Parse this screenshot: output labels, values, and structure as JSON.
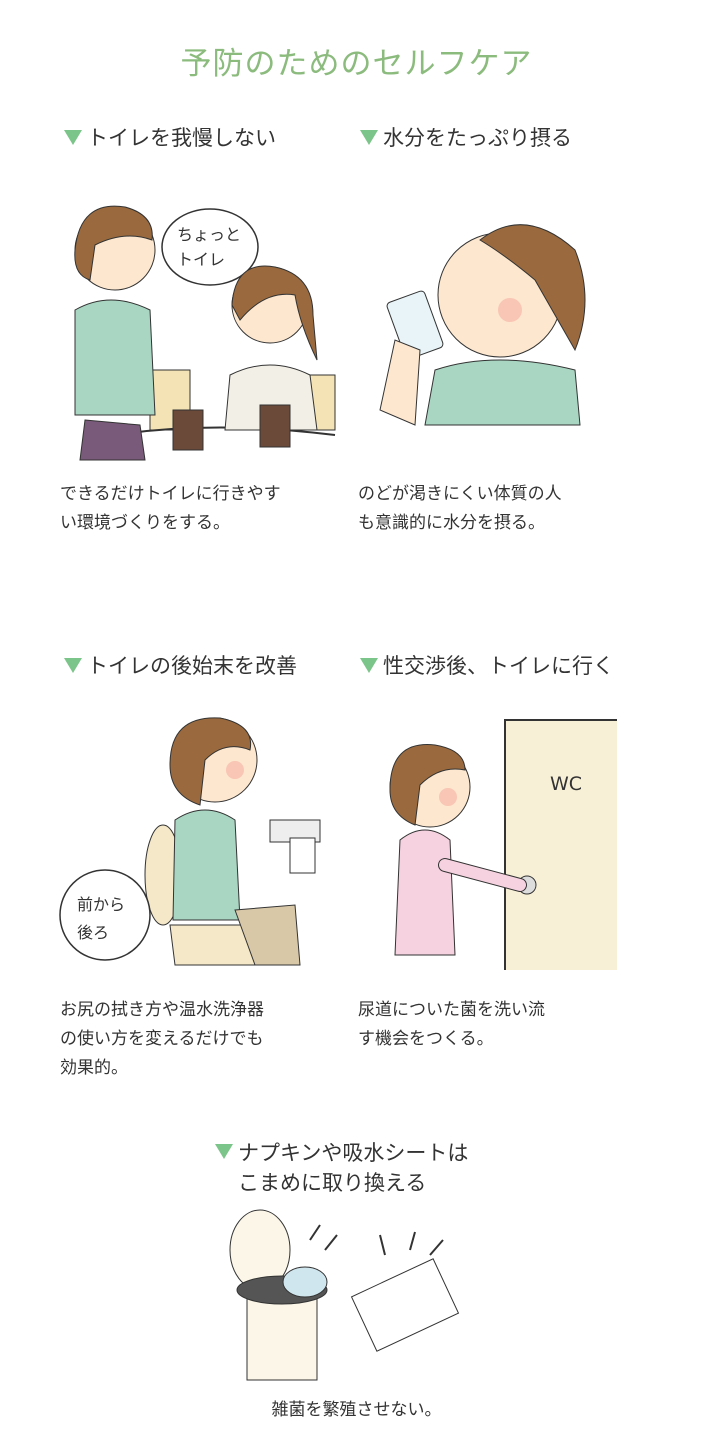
{
  "title": "予防のためのセルフケア",
  "sections": [
    {
      "heading": "トイレを我慢しない",
      "caption": [
        "できるだけトイレに行きやす",
        "い環境づくりをする。"
      ],
      "bubble": [
        "ちょっと",
        "トイレ"
      ]
    },
    {
      "heading": "水分をたっぷり摂る",
      "caption": [
        "のどが渇きにくい体質の人",
        "も意識的に水分を摂る。"
      ]
    },
    {
      "heading": "トイレの後始末を改善",
      "caption": [
        "お尻の拭き方や温水洗浄器",
        "の使い方を変えるだけでも",
        "効果的。"
      ],
      "bubble": [
        "前から",
        "後ろ"
      ]
    },
    {
      "heading": "性交渉後、トイレに行く",
      "caption": [
        "尿道についた菌を洗い流",
        "す機会をつくる。"
      ],
      "door_label": "WC"
    },
    {
      "heading": [
        "ナプキンや吸水シートは",
        "こまめに取り換える"
      ],
      "caption": [
        "雑菌を繁殖させない。"
      ]
    }
  ],
  "colors": {
    "title": "#8cbb7e",
    "bullet": "#7cc58a",
    "shirt": "#a9d6c3",
    "hair": "#9a6a3e",
    "skin": "#fde7cf"
  }
}
